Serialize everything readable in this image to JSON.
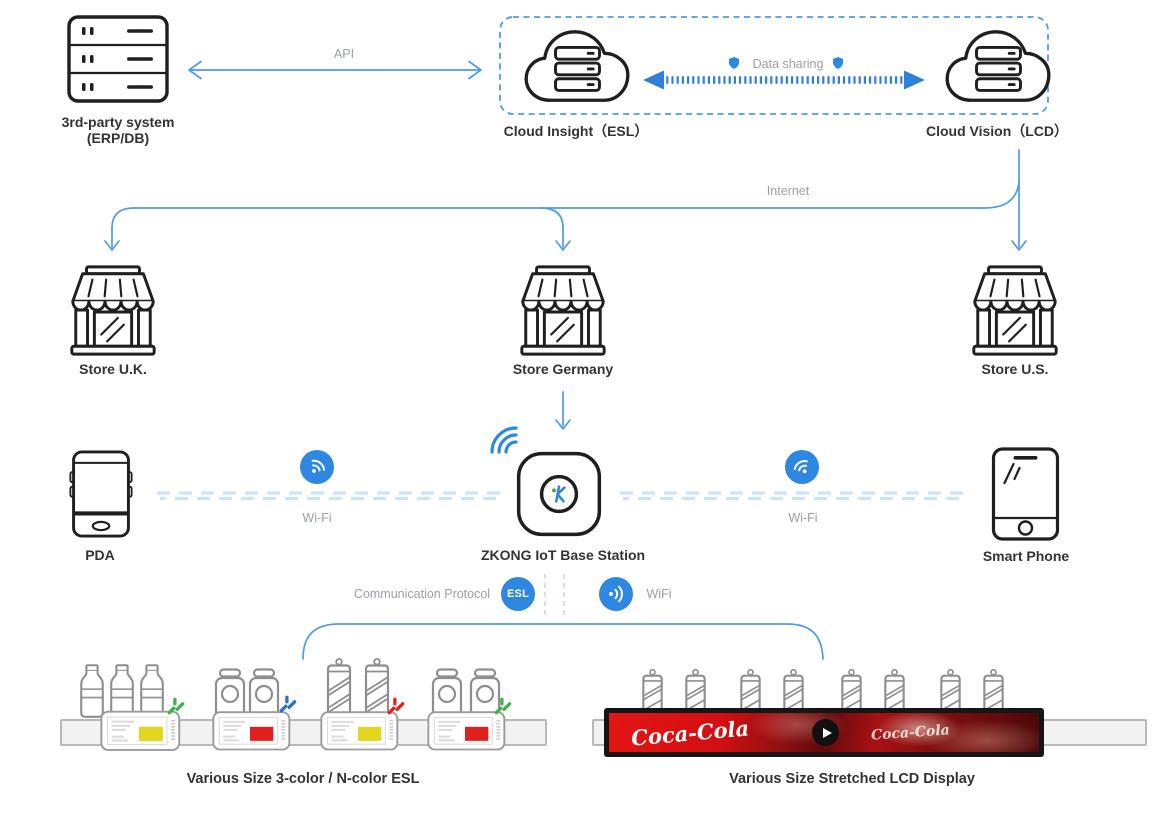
{
  "colors": {
    "accent_blue": "#4f9be8",
    "badge_blue": "#2e87e0",
    "line_dark": "#1f1f1f",
    "product_gray": "#8e8e8e",
    "esl_yellow": "#e3d620",
    "esl_red": "#e01f1f",
    "sparkle_green": "#43b14b",
    "sparkle_blue": "#2d6fd2",
    "sparkle_red": "#e02222",
    "text_gray": "#9aa0a6",
    "text_dark": "#333333",
    "stripe_blue": "#cfe3f8"
  },
  "nodes": {
    "third_party": {
      "line1": "3rd-party system",
      "line2": "(ERP/DB)"
    },
    "cloud_insight": {
      "label": "Cloud Insight（ESL）"
    },
    "cloud_vision": {
      "label": "Cloud Vision（LCD）"
    },
    "store_uk": {
      "label": "Store U.K."
    },
    "store_germany": {
      "label": "Store Germany"
    },
    "store_us": {
      "label": "Store U.S."
    },
    "pda": {
      "label": "PDA"
    },
    "base_station": {
      "label": "ZKONG IoT Base Station"
    },
    "smart_phone": {
      "label": "Smart Phone"
    },
    "esl_group": {
      "label": "Various Size 3-color / N-color ESL"
    },
    "lcd_group": {
      "label": "Various Size Stretched LCD Display"
    }
  },
  "connections": {
    "api": {
      "label": "API"
    },
    "data_sharing": {
      "label": "Data sharing"
    },
    "internet": {
      "label": "Internet"
    },
    "wifi_left": {
      "label": "Wi-Fi"
    },
    "wifi_right": {
      "label": "Wi-Fi"
    },
    "protocol": {
      "label": "Communication Protocol"
    },
    "esl_badge": {
      "label": "ESL"
    },
    "wifi_badge": {
      "label": "WiFi"
    }
  },
  "lcd_display": {
    "brand_left": "Coca-Cola",
    "brand_right": "Coca-Cola"
  }
}
